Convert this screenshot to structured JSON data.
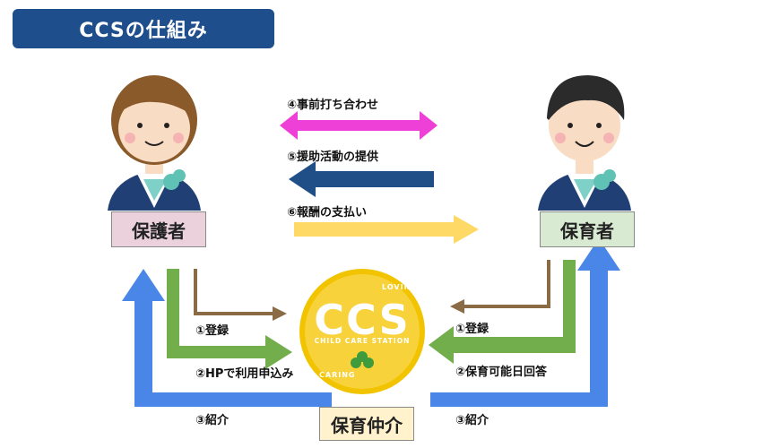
{
  "title": "CCSの仕組み",
  "roles": {
    "guardian": "保護者",
    "caregiver": "保育者",
    "broker": "保育仲介"
  },
  "logo": {
    "main": "CCS",
    "sub": "CHILD CARE STATION",
    "top": "LOVING",
    "bottom": "CARING"
  },
  "steps": {
    "meeting": "④事前打ち合わせ",
    "support": "⑤援助活動の提供",
    "payment": "⑥報酬の支払い",
    "guardian_register": "①登録",
    "guardian_apply": "②HPで利用申込み",
    "guardian_intro": "③紹介",
    "caregiver_register": "①登録",
    "caregiver_answer": "②保育可能日回答",
    "caregiver_intro": "③紹介"
  },
  "colors": {
    "title_bg": "#1f4e8c",
    "magenta": "#ee3fd6",
    "navy": "#1f4f86",
    "yellow": "#ffd966",
    "brown": "#8b6b45",
    "green": "#72ae4b",
    "blue": "#4a86e8",
    "guardian_box": "#ead1dc",
    "caregiver_box": "#d9ead3",
    "broker_box": "#fff2cc"
  }
}
